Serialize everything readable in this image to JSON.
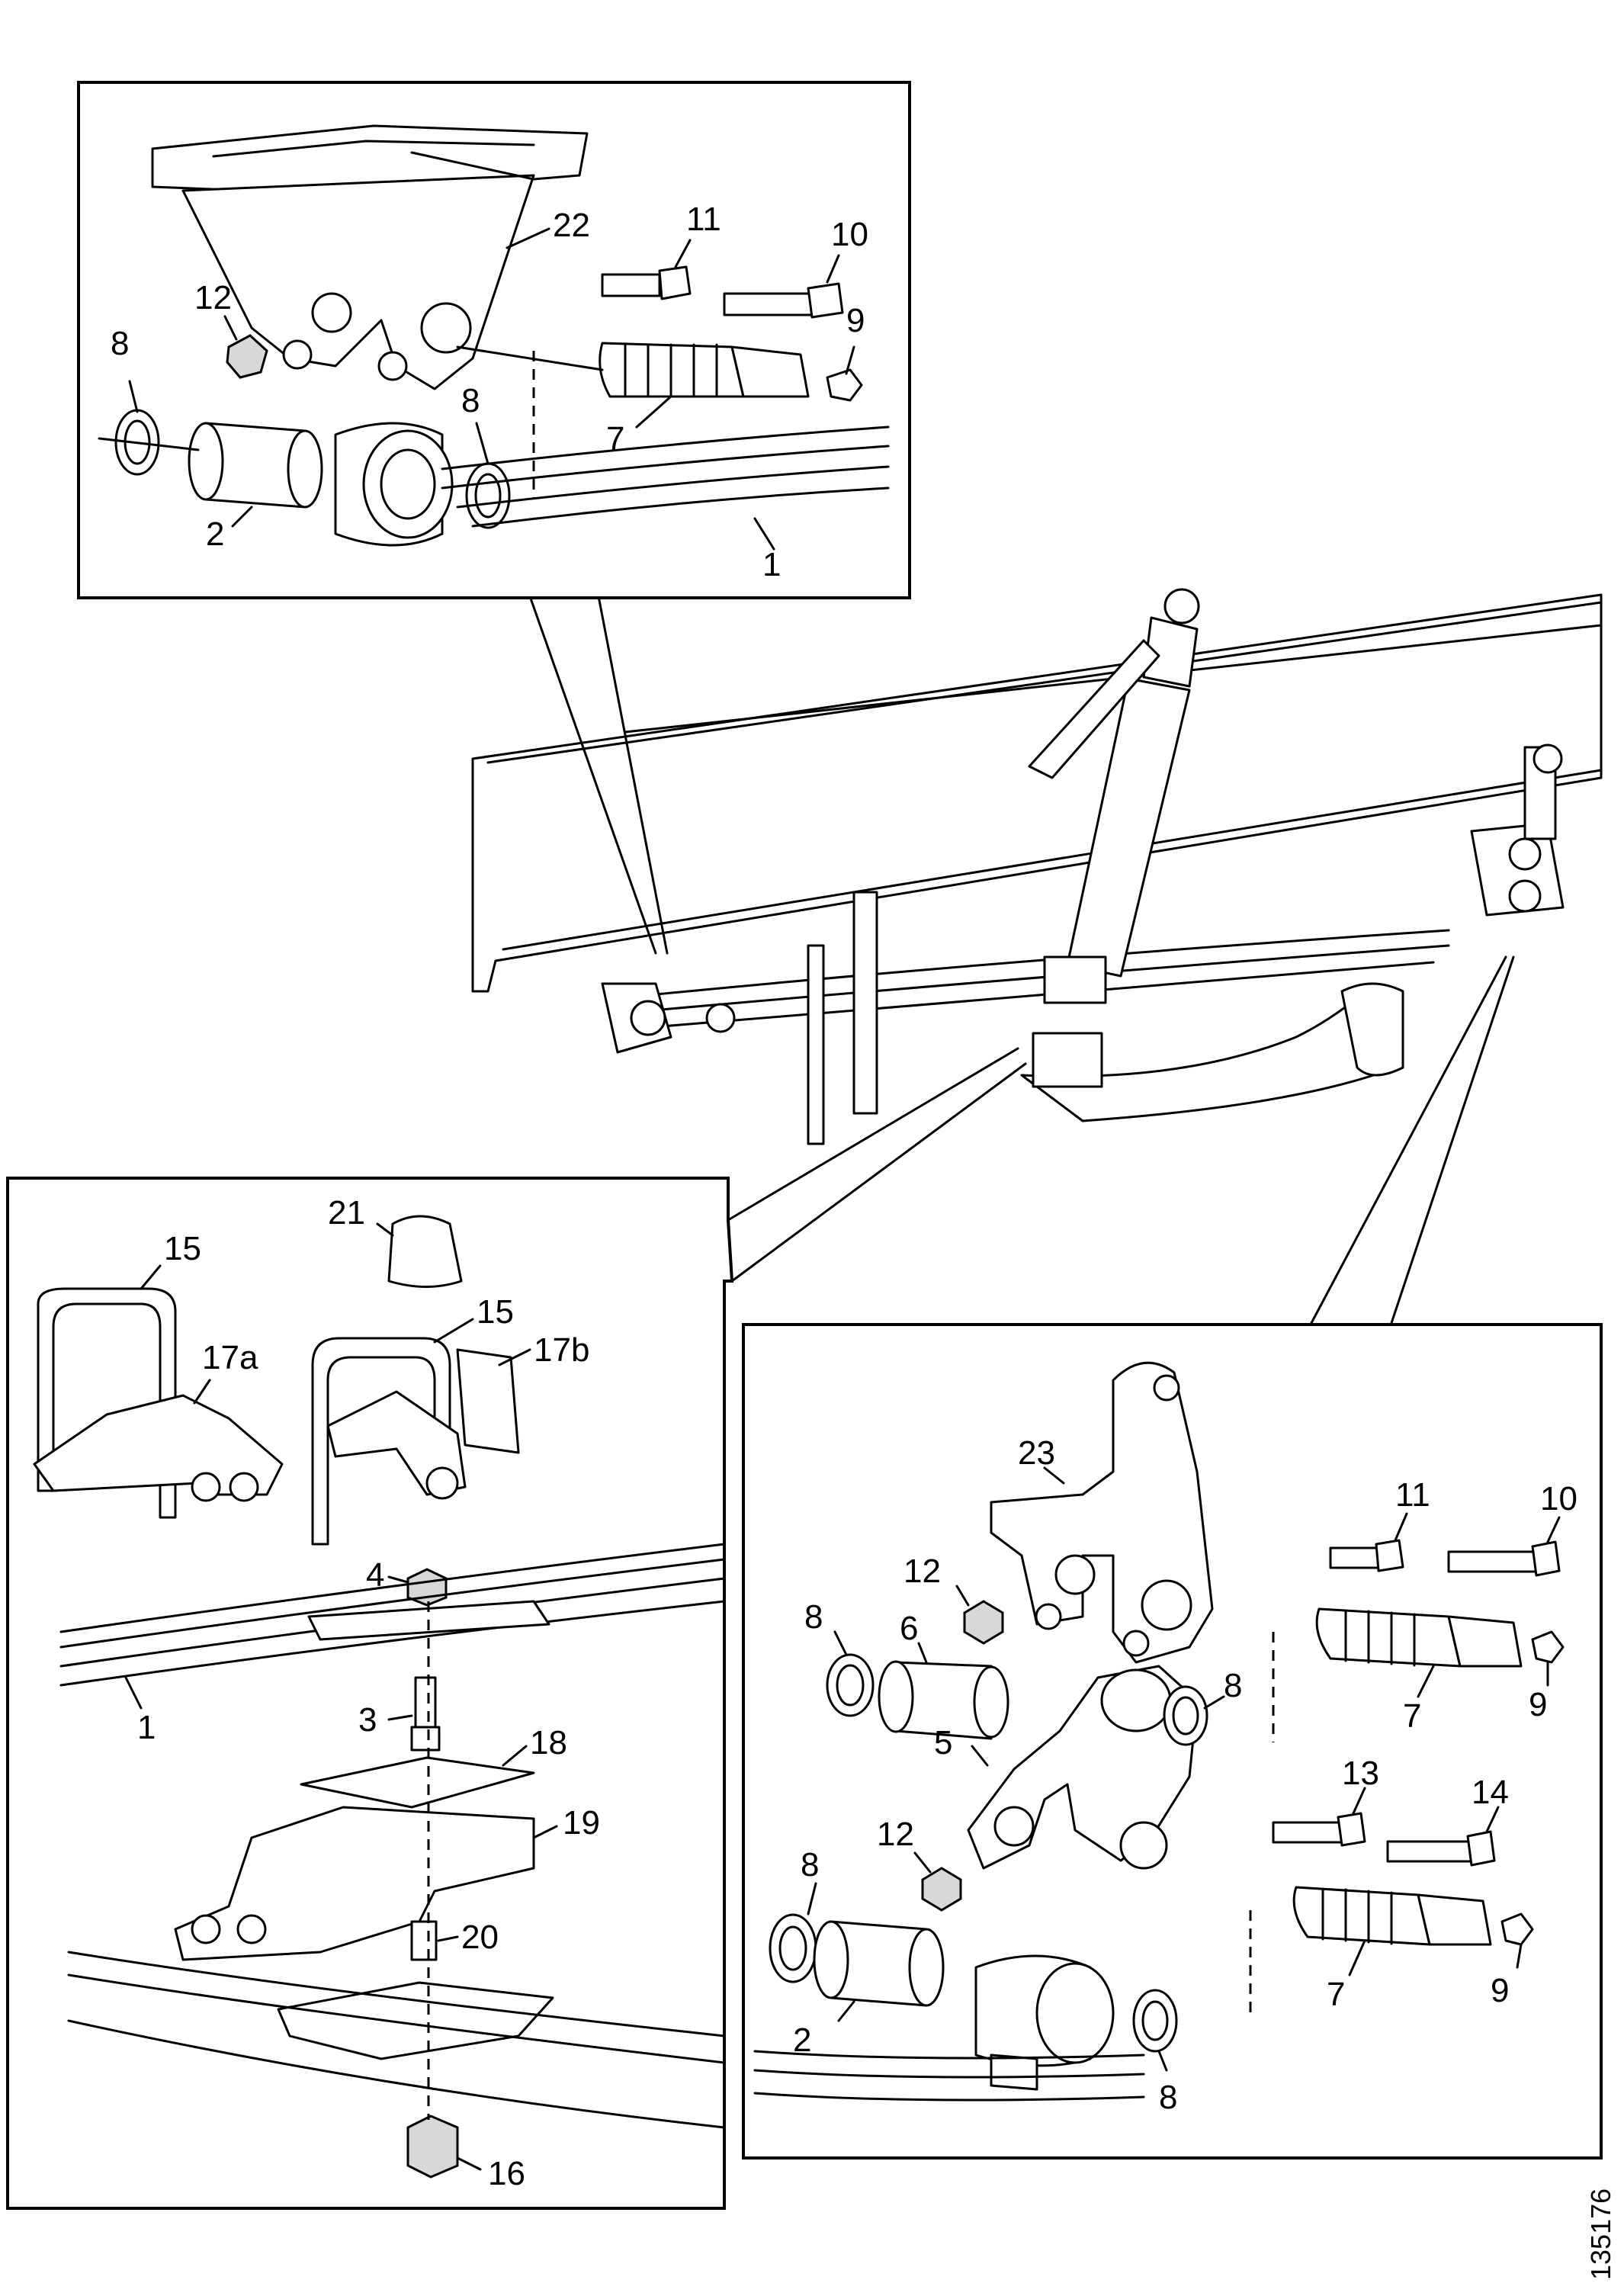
{
  "drawing_ref": "135176",
  "callouts": {
    "top": {
      "l22": "22",
      "l11": "11",
      "l10": "10",
      "l12": "12",
      "l9": "9",
      "l8a": "8",
      "l8b": "8",
      "l7": "7",
      "l2": "2",
      "l1": "1"
    },
    "bottom_left": {
      "l21": "21",
      "l15a": "15",
      "l15b": "15",
      "l17a": "17a",
      "l17b": "17b",
      "l4": "4",
      "l3": "3",
      "l1": "1",
      "l18": "18",
      "l19": "19",
      "l20": "20",
      "l16": "16"
    },
    "bottom_right": {
      "l23": "23",
      "l11": "11",
      "l10": "10",
      "l12a": "12",
      "l8a": "8",
      "l6": "6",
      "l8b": "8",
      "l7a": "7",
      "l9a": "9",
      "l13": "13",
      "l14": "14",
      "l5": "5",
      "l8c": "8",
      "l12b": "12",
      "l2": "2",
      "l7b": "7",
      "l9b": "9",
      "l8d": "8"
    }
  }
}
